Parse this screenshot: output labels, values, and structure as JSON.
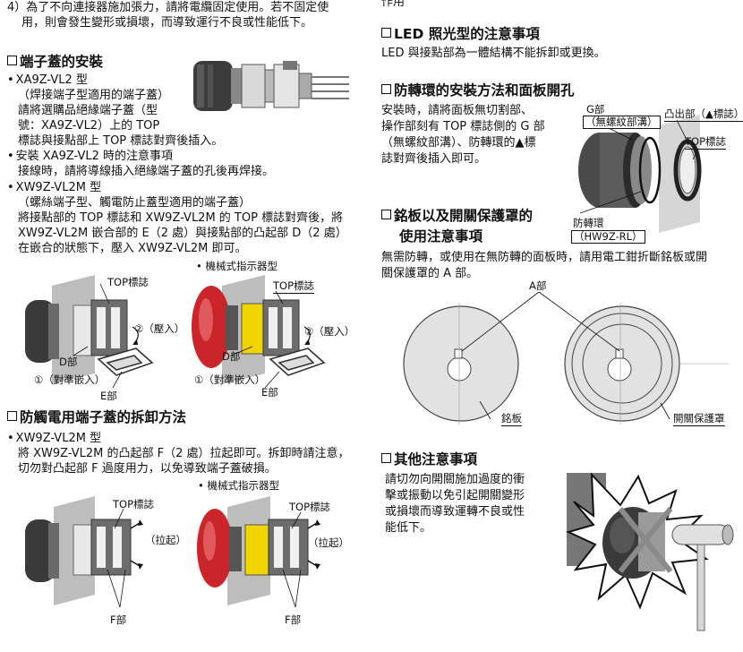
{
  "left": {
    "intro_note": {
      "line1": "4）為了不向連接器施加張力，請將電纜固定使用。若不固定使",
      "line2": "用，則會發生變形或損壞，而導致運行不良或性能低下。"
    },
    "terminal_cover": {
      "heading": "端子蓋的安裝",
      "xa9z_title": "XA9Z-VL2 型",
      "xa9z_sub": "（焊接端子型適用的端子蓋）",
      "xa9z_line1": "請將選購品絕緣端子蓋（型",
      "xa9z_line2": "號：XA9Z-VL2）上的 TOP",
      "xa9z_line3": "標誌與接點部上 TOP 標誌對齊後插入。",
      "note_title": "安裝 XA9Z-VL2 時的注意事項",
      "note_line": "接線時，請將導線插入絕緣端子蓋的孔後再焊接。",
      "xw9z_title": "XW9Z-VL2M 型",
      "xw9z_sub": "（螺絲端子型、觸電防止蓋型適用的端子蓋）",
      "xw9z_line1": "將接點部的 TOP 標誌和 XW9Z-VL2M 的 TOP 標誌對齊後，將",
      "xw9z_line2": "XW9Z-VL2M 嵌合部的 E（2 處）與接點部的凸起部 D（2 處）",
      "xw9z_line3": "在嵌合的狀態下，壓入 XW9Z-VL2M 即可。",
      "mech_label": "• 機械式指示器型",
      "fig_top_a": "TOP標誌",
      "fig_top_b": "TOP標誌",
      "fig_press_a": "②（壓入）",
      "fig_press_b": "②（壓入）",
      "fig_d_a": "D部",
      "fig_d_b": "D部",
      "fig_align_a": "①（對準嵌入）",
      "fig_align_b": "①（對準嵌入）",
      "fig_e_a": "E部",
      "fig_e_b": "E部"
    },
    "removal": {
      "heading": "防觸電用端子蓋的拆卸方法",
      "title": "XW9Z-VL2M 型",
      "line1": "將 XW9Z-VL2M 的凸起部 F（2 處）拉起即可。拆卸時請注意，",
      "line2": "切勿對凸起部 F 過度用力，以免導致端子蓋破損。",
      "mech_label": "• 機械式指示器型",
      "fig_top_a": "TOP標誌",
      "fig_top_b": "TOP標誌",
      "fig_pull_a": "（拉起）",
      "fig_pull_b": "（拉起）",
      "fig_f_a": "F部",
      "fig_f_b": "F部"
    }
  },
  "right": {
    "top_fragment": "作用",
    "led": {
      "heading": "LED 照光型的注意事項",
      "line": "LED 與接點部為一體結構不能拆卸或更換。"
    },
    "antirotation": {
      "heading": "防轉環的安裝方法和面板開孔",
      "line1": "安裝時，請將面板無切割部、",
      "line2": "操作部刻有 TOP 標誌側的 G 部",
      "line3": "（無螺紋部溝）、防轉環的▲標",
      "line4": "誌對齊後插入即可。",
      "g_label1": "G部",
      "g_label2": "（無螺紋部溝）",
      "bump_label": "凸出部（▲標誌）",
      "top_label": "TOP標誌",
      "ring_label": "防轉環",
      "ring_model": "（HW9Z-RL）"
    },
    "nameplate": {
      "heading1": "銘板以及開關保護罩的",
      "heading2": "使用注意事項",
      "line1": "無需防轉，或使用在無防轉的面板時，請用電工鉗折斷銘板或開",
      "line2": "關保護罩的 A 部。",
      "a_label": "A部",
      "plate_label": "銘板",
      "guard_label": "開關保護罩"
    },
    "other": {
      "heading": "其他注意事項",
      "line1": "請切勿向開關施加過度的衝",
      "line2": "擊或振動以免引起開關變形",
      "line3": "或損壞而導致運轉不良或性",
      "line4": "能低下。"
    }
  }
}
